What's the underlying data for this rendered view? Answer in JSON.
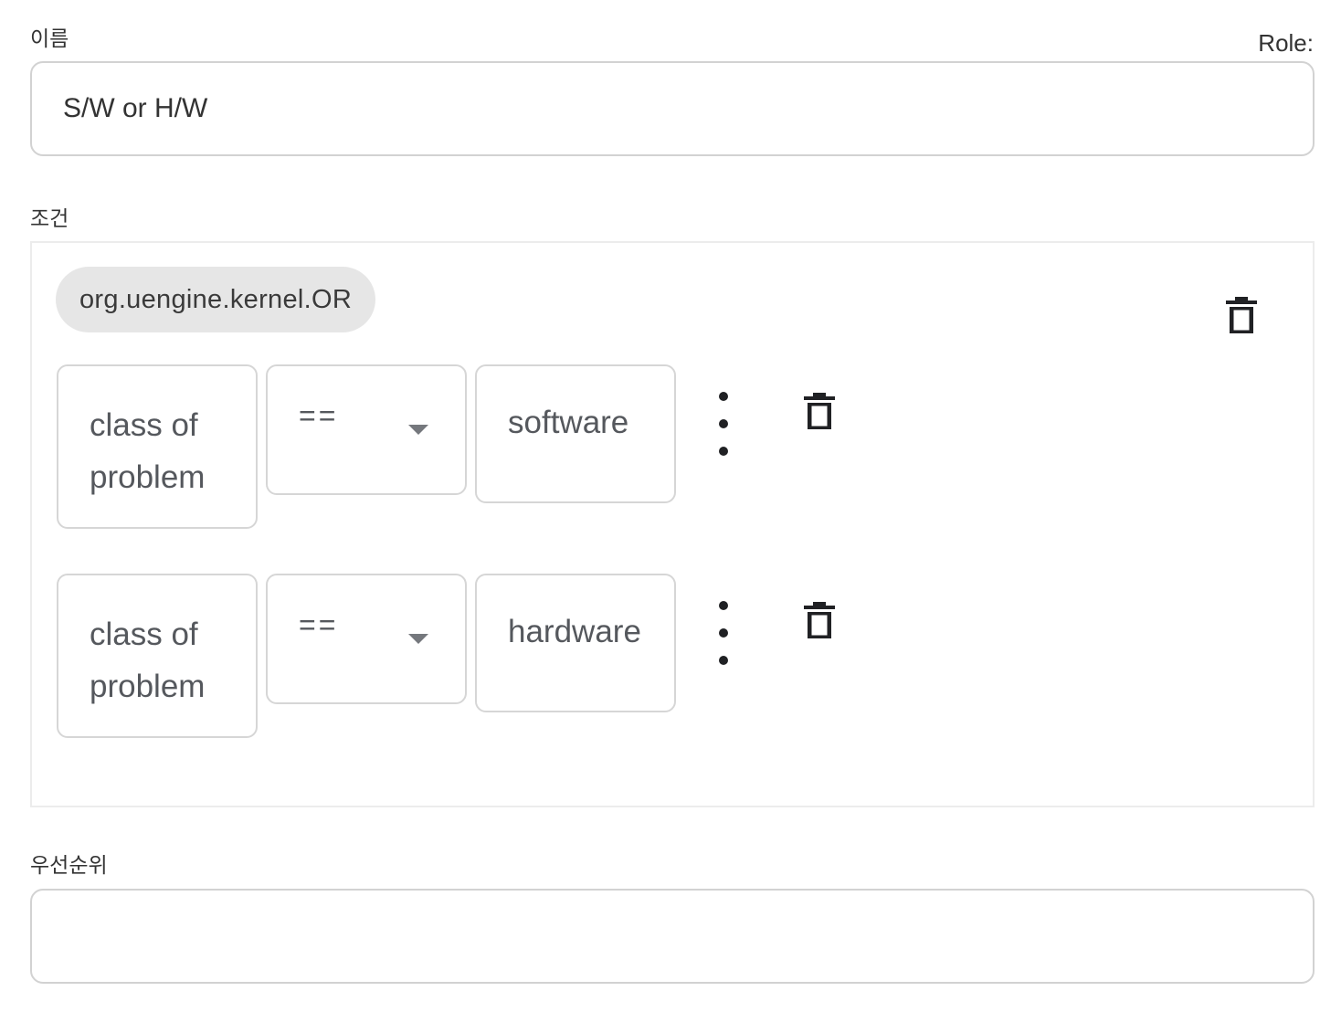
{
  "form": {
    "name_label": "이름",
    "role_label": "Role:",
    "name_value": "S/W or H/W",
    "condition_label": "조건",
    "priority_label": "우선순위",
    "priority_value": ""
  },
  "condition_group": {
    "operator_chip": "org.uengine.kernel.OR",
    "group_delete_icon": "trash-icon",
    "rows": [
      {
        "field": "class of problem",
        "operator": "==",
        "value": "software",
        "menu_icon": "more-vert-icon",
        "delete_icon": "trash-icon"
      },
      {
        "field": "class of problem",
        "operator": "==",
        "value": "hardware",
        "menu_icon": "more-vert-icon",
        "delete_icon": "trash-icon"
      }
    ]
  },
  "colors": {
    "border": "#d2d2d2",
    "chip_bg": "#e6e6e6",
    "text_muted": "#55585d",
    "icon": "#202124"
  }
}
